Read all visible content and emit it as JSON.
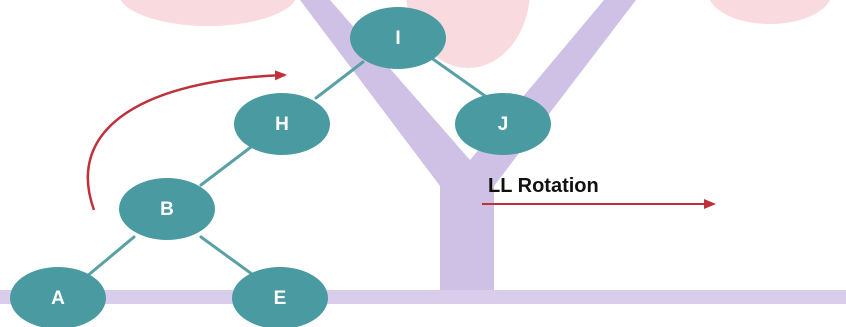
{
  "diagram": {
    "colors": {
      "node_fill": "#4a9ba1",
      "edge": "#5aa1a6",
      "node_text": "#ffffff",
      "arrow": "#c0303a",
      "label_text": "#111111",
      "watermark_purple": "#cfc1e6",
      "watermark_pink": "#f8d4d8"
    },
    "nodes": {
      "I": "I",
      "H": "H",
      "J": "J",
      "B": "B",
      "A": "A",
      "E": "E"
    },
    "edges": [
      [
        "I",
        "H"
      ],
      [
        "I",
        "J"
      ],
      [
        "H",
        "B"
      ],
      [
        "B",
        "A"
      ],
      [
        "B",
        "E"
      ]
    ],
    "rotation_label": "LL Rotation"
  }
}
